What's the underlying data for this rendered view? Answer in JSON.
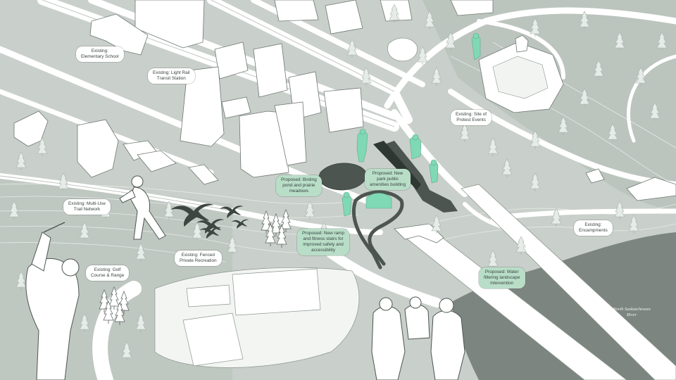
{
  "labels": {
    "elementary_school": {
      "kind": "existing",
      "lines": [
        "Existing:",
        "Elementary School"
      ]
    },
    "lrt_station": {
      "kind": "existing",
      "lines": [
        "Existing: Light Rail",
        "Transit Station"
      ]
    },
    "protest_site": {
      "kind": "existing",
      "lines": [
        "Existing: Site of",
        "Protest Events"
      ]
    },
    "trail_network": {
      "kind": "existing",
      "lines": [
        "Existing: Multi-Use",
        "Trail Network"
      ]
    },
    "birding_pond": {
      "kind": "proposed",
      "lines": [
        "Proposed: Birding",
        "pond and prairie",
        "meadows"
      ]
    },
    "amenities_building": {
      "kind": "proposed",
      "lines": [
        "Proposed: New",
        "park public",
        "amenities building"
      ]
    },
    "ramp_stairs": {
      "kind": "proposed",
      "lines": [
        "Proposed: New ramp",
        "and fitness stairs for",
        "improved safety and",
        "accessibility"
      ]
    },
    "encampments": {
      "kind": "existing",
      "lines": [
        "Existing:",
        "Encampments"
      ]
    },
    "fenced_recreation": {
      "kind": "existing",
      "lines": [
        "Existing: Fenced",
        "Private Recreation"
      ]
    },
    "golf_course": {
      "kind": "existing",
      "lines": [
        "Existing: Golf",
        "Course & Range"
      ]
    },
    "water_filtering": {
      "kind": "proposed",
      "lines": [
        "Proposed: Water",
        "filtering landscape",
        "intervention"
      ]
    }
  },
  "river_label": [
    "North Saskatchewan",
    "River"
  ],
  "colors": {
    "ground": "#c9cfca",
    "ground_dark": "#8c968f",
    "river": "#7c857f",
    "road": "#ffffff",
    "building": "#ffffff",
    "proposed_fill": "#b9dec8",
    "accent_teal": "#7fd9b4",
    "dark_element": "#4c5550",
    "bird": "#3d4641"
  }
}
